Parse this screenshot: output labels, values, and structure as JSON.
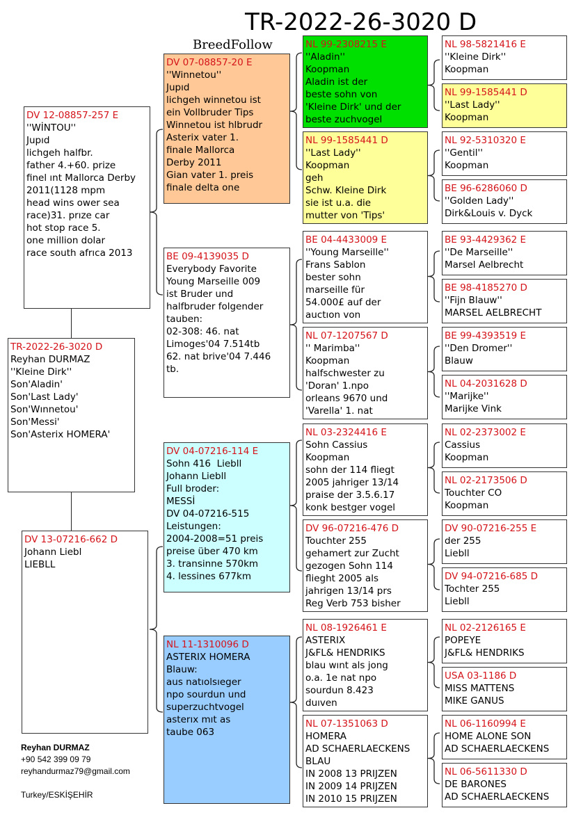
{
  "title": "TR-2022-26-3020 D",
  "brand": "BreedFollow",
  "contact": {
    "name": "Reyhan DURMAZ",
    "phone": "+90 542 399 09 79",
    "email": "reyhandurmaz79@gmail.com",
    "location": "Turkey/ESKİŞEHİR"
  },
  "colors": {
    "ring": "#d4141a",
    "green": "#00e000",
    "orange": "#ffc896",
    "yellow": "#ffff99",
    "cyan": "#ccffff",
    "blue": "#99ccff"
  },
  "pigeons": {
    "subject": {
      "ring": "TR-2022-26-3020 D",
      "lines": [
        "Reyhan DURMAZ",
        "''Kleine Dirk''",
        "Son'Aladin'",
        "Son'Last Lady'",
        "Son'Wınnetou'",
        "Son'Messi'",
        "Son'Asterix HOMERA'"
      ]
    },
    "sire": {
      "ring": "DV 12-08857-257 E",
      "lines": [
        "''WİNTOU''",
        "Jupıd",
        "lichgeh halfbr.",
        "father 4.+60. prize",
        "finel ınt Mallorca Derby",
        "2011(1128 mpm",
        "head wins ower sea",
        "race)31. prıze car",
        "hot stop race 5.",
        "one million dolar",
        "race south afrıca 2013"
      ]
    },
    "dam": {
      "ring": "DV 13-07216-662 D",
      "lines": [
        "Johann Liebl",
        "LIEBLL"
      ]
    },
    "ss": {
      "ring": "DV 07-08857-20 E",
      "lines": [
        "''Winnetou''",
        "Jupıd",
        "lichgeh winnetou ist",
        "ein Vollbruder Tips",
        "Winnetou ist hlbrudr",
        "Asterix vater 1.",
        "finale Mallorca",
        "Derby 2011",
        "Gian vater 1. preis",
        "finale delta one"
      ]
    },
    "sd": {
      "ring": "BE 09-4139035 D",
      "lines": [
        "Everybody Favorite",
        "Young Marseille 009",
        "ist Bruder und",
        "halfbruder folgender",
        "tauben:",
        "02-308: 46. nat",
        "Limoges'04 7.514tb",
        "62. nat brive'04 7.446",
        "tb."
      ]
    },
    "ds": {
      "ring": "DV 04-07216-114 E",
      "lines": [
        "Sohn 416  Liebll",
        "Johann Liebll",
        "Full broder:",
        "MESSİ",
        "DV 04-07216-515",
        "Leistungen:",
        "2004-2008=51 preis",
        "preise über 470 km",
        "3. transinne 570km",
        "4. lessines 677km"
      ]
    },
    "dd": {
      "ring": "NL 11-1310096 D",
      "lines": [
        "ASTERIX HOMERA",
        "Blauw:",
        "aus natıolsıeger",
        "npo sourdun und",
        "superzuchtvogel",
        "asterıx mıt as",
        "taube 063"
      ]
    },
    "sss": {
      "ring": "NL 99-2308215 E",
      "lines": [
        "''Aladin''",
        "Koopman",
        "Aladin ist der",
        "beste sohn von",
        "'Kleine Dirk' und der",
        "beste zuchvogel"
      ]
    },
    "ssd": {
      "ring": "NL 99-1585441 D",
      "lines": [
        "''Last Lady''",
        "Koopman",
        "geh",
        "Schw. Kleine Dirk",
        "sie ist u.a. die",
        "mutter von 'Tips'"
      ]
    },
    "sds": {
      "ring": "BE 04-4433009 E",
      "lines": [
        "''Young Marseille''",
        "Frans Sablon",
        "bester sohn",
        "marseille für",
        "54.000£ auf der",
        "auctıon von"
      ]
    },
    "sdd": {
      "ring": "NL 07-1207567 D",
      "lines": [
        "'' Marimba''",
        "Koopman",
        "halfschwester zu",
        "'Doran' 1.npo",
        "orleans 9670 und",
        "'Varella' 1. nat"
      ]
    },
    "dss": {
      "ring": "NL 03-2324416 E",
      "lines": [
        "Sohn Cassius",
        "Koopman",
        "sohn der 114 fliegt",
        "2005 jahriger 13/14",
        "praise der 3.5.6.17",
        "konk bestger vogel"
      ]
    },
    "dsd": {
      "ring": "DV 96-07216-476 D",
      "lines": [
        "Touchter 255",
        "gehamert zur Zucht",
        "gezogen Sohn 114",
        "flieght 2005 als",
        "jahrigen 13/14 prs",
        "Reg Verb 753 bisher"
      ]
    },
    "dds": {
      "ring": "NL 08-1926461 E",
      "lines": [
        "ASTERIX",
        "J&FL& HENDRIKS",
        "blau wınt als jong",
        "o.a. 1e nat npo",
        "sourdun 8.423",
        "duıven"
      ]
    },
    "ddd": {
      "ring": "NL 07-1351063 D",
      "lines": [
        "HOMERA",
        "AD SCHAERLAECKENS",
        "BLAU",
        "IN 2008 13 PRIJZEN",
        "IN 2009 14 PRIJZEN",
        "IN 2010 15 PRIJZEN"
      ]
    },
    "g1": {
      "ring": "NL 98-5821416 E",
      "lines": [
        "''Kleine Dirk''",
        "Koopman"
      ]
    },
    "g2": {
      "ring": "NL 99-1585441 D",
      "lines": [
        "''Last Lady''",
        "Koopman"
      ]
    },
    "g3": {
      "ring": "NL 92-5310320 E",
      "lines": [
        "''Gentil''",
        "Koopman"
      ]
    },
    "g4": {
      "ring": "BE 96-6286060 D",
      "lines": [
        "''Golden Lady''",
        "Dirk&Louis v. Dyck"
      ]
    },
    "g5": {
      "ring": "BE 93-4429362 E",
      "lines": [
        "''De Marseille''",
        "Marsel Aelbrecht"
      ]
    },
    "g6": {
      "ring": "BE 98-4185270 D",
      "lines": [
        "''Fijn Blauw''",
        "MARSEL AELBRECHT"
      ]
    },
    "g7": {
      "ring": "BE 99-4393519 E",
      "lines": [
        "''Den Dromer''",
        "Blauw"
      ]
    },
    "g8": {
      "ring": "NL 04-2031628 D",
      "lines": [
        "''Marijke''",
        "Marijke Vink"
      ]
    },
    "g9": {
      "ring": "NL 02-2373002 E",
      "lines": [
        "Cassius",
        "Koopman"
      ]
    },
    "g10": {
      "ring": "NL 02-2173506 D",
      "lines": [
        "Touchter CO",
        "Koopman"
      ]
    },
    "g11": {
      "ring": "DV 90-07216-255 E",
      "lines": [
        "der 255",
        "Liebll"
      ]
    },
    "g12": {
      "ring": "DV 94-07216-685 D",
      "lines": [
        "Tochter 255",
        "Liebll"
      ]
    },
    "g13": {
      "ring": "NL 02-2126165 E",
      "lines": [
        "POPEYE",
        "J&FL& HENDRIKS"
      ]
    },
    "g14": {
      "ring": "USA 03-1186 D",
      "lines": [
        "MISS MATTENS",
        "MIKE GANUS"
      ]
    },
    "g15": {
      "ring": "NL 06-1160994 E",
      "lines": [
        "HOME ALONE SON",
        "AD SCHAERLAECKENS"
      ]
    },
    "g16": {
      "ring": "NL 06-5611330 D",
      "lines": [
        "DE BARONES",
        "AD SCHAERLAECKENS"
      ]
    }
  }
}
